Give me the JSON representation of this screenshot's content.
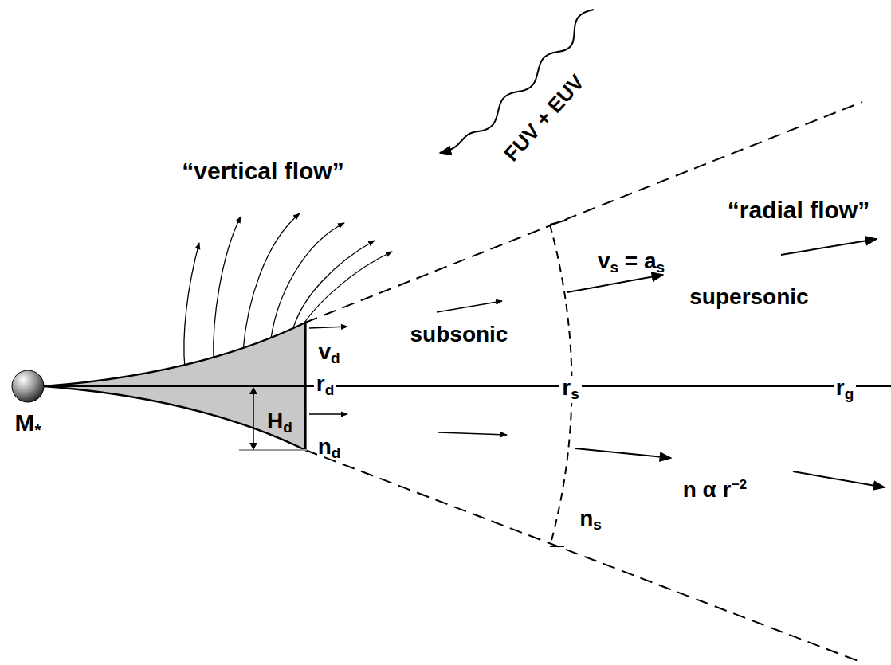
{
  "diagram": {
    "nodes": [
      {
        "text": [
          "M*"
        ]
      },
      {
        "text": [
          "Hd"
        ]
      }
    ],
    "labels": [
      "FUV + EUV",
      "“vertical flow”",
      "“radial flow”",
      "vs = as",
      "supersonic",
      "vd",
      "subsonic",
      "rd",
      "rs",
      "rg",
      "nd",
      "n α r−2",
      "ns"
    ]
  }
}
